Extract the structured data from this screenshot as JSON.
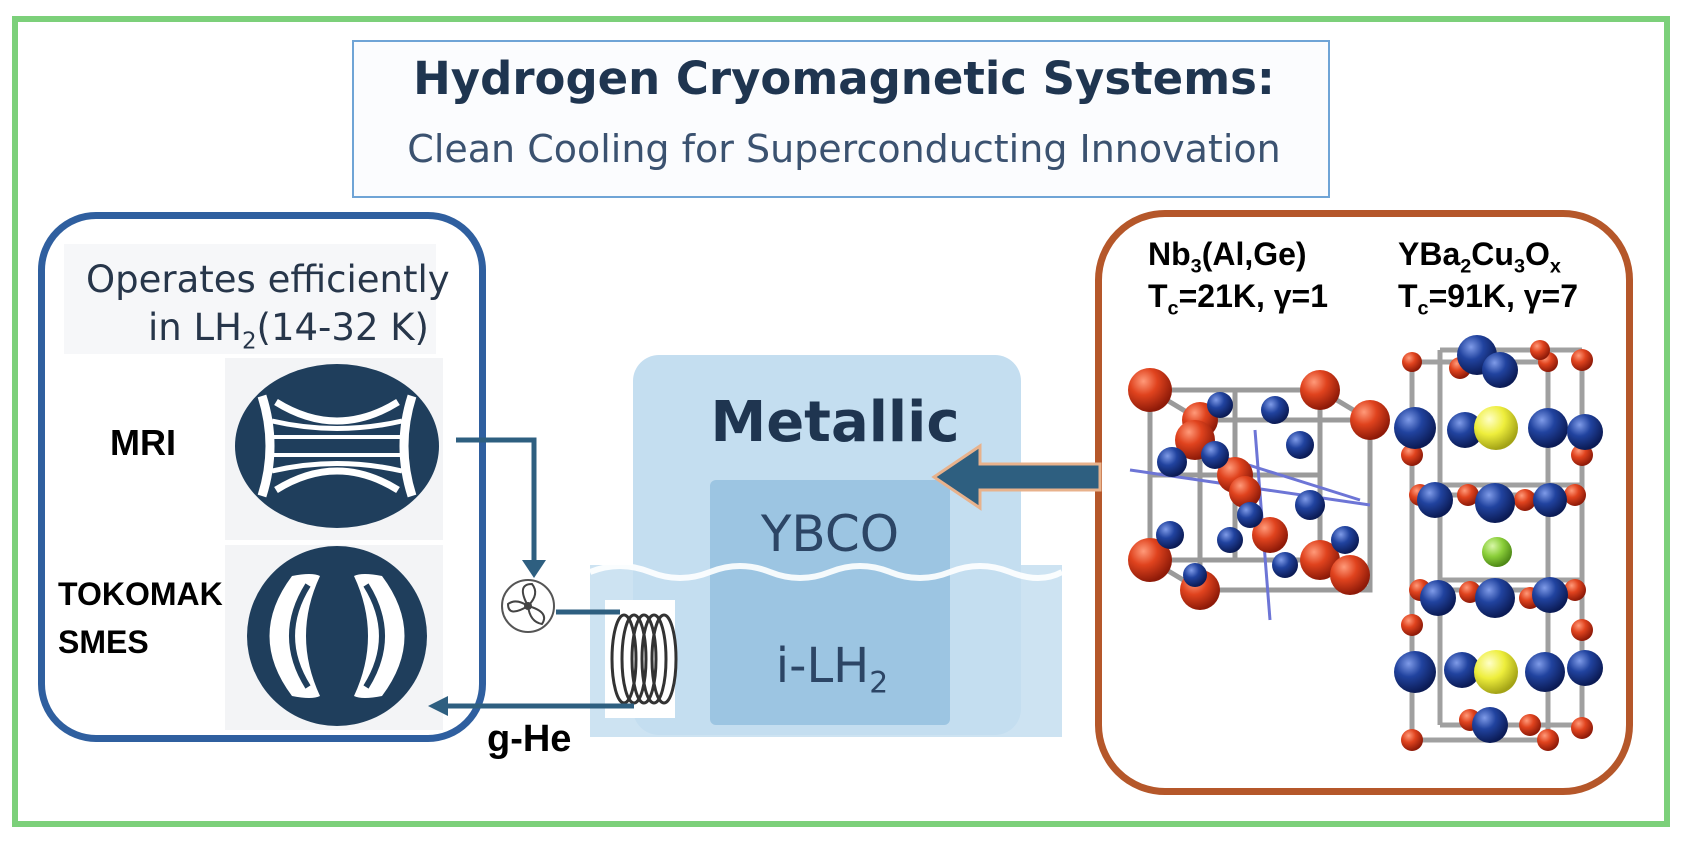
{
  "title": {
    "main": "Hydrogen Cryomagnetic Systems:",
    "sub": "Clean Cooling for Superconducting Innovation"
  },
  "left_panel": {
    "operates_line1": "Operates efficiently",
    "operates_line2_prefix": "in LH",
    "operates_line2_sub": "2",
    "operates_line2_suffix": "(14-32 K)",
    "mri_label": "MRI",
    "tokomak_label": "TOKOMAK",
    "smes_label": "SMES"
  },
  "center": {
    "metallic_label": "Metallic",
    "ybco_label": "YBCO",
    "ilh2_prefix": "i-LH",
    "ilh2_sub": "2",
    "ghe_label": "g-He"
  },
  "right_panel": {
    "nb_formula_a": "Nb",
    "nb_formula_sub": "3",
    "nb_formula_b": "(Al,Ge)",
    "nb_tc_a": "T",
    "nb_tc_sub": "c",
    "nb_tc_b": "=21K, γ=1",
    "ybco_formula_a": "YBa",
    "ybco_formula_sub1": "2",
    "ybco_formula_b": "Cu",
    "ybco_formula_sub2": "3",
    "ybco_formula_c": "O",
    "ybco_formula_sub3": "x",
    "ybco_tc_a": "T",
    "ybco_tc_sub": "c",
    "ybco_tc_b": "=91K, γ=7"
  },
  "colors": {
    "frame": "#7cd07a",
    "left_border": "#2f5f9f",
    "right_border": "#b5572a",
    "icon_dark": "#1f3e5c",
    "tank_light": "#c4def0",
    "tank_inner": "#9cc5e2",
    "arrow": "#2e5f80",
    "atom_red": "#d93a1c",
    "atom_blue": "#1f3f9c",
    "atom_yellow": "#ecec3a",
    "atom_green": "#8bcf3a"
  },
  "icons": [
    "mri-icon",
    "tokamak-icon",
    "fan-icon",
    "coil-icon",
    "crystal-nb3alge-icon",
    "crystal-ybco-icon"
  ]
}
